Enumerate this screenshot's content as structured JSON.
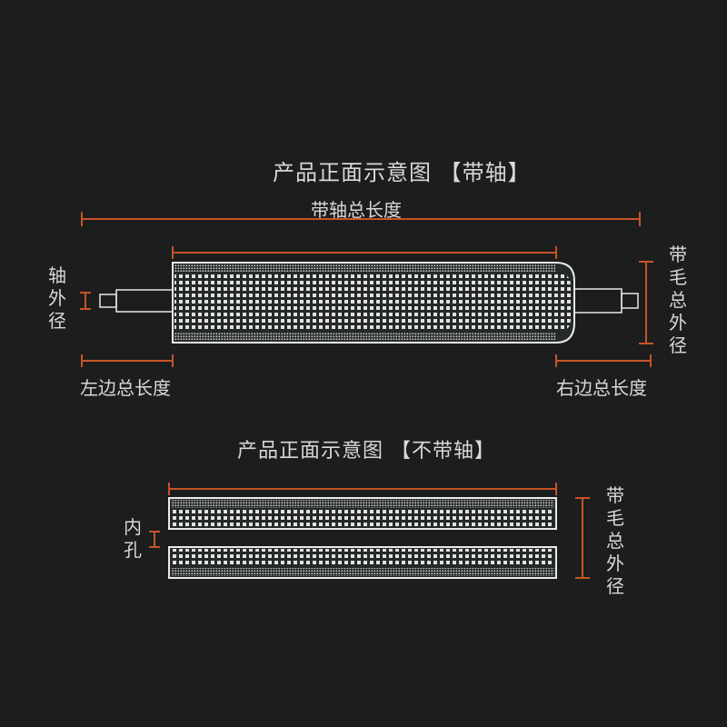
{
  "diagram_with_shaft": {
    "title": "产品正面示意图 【带轴】",
    "total_length_label": "带轴总长度",
    "shaft_diameter_label": "轴外径",
    "brush_diameter_label": "带毛总外径",
    "left_length_label": "左边总长度",
    "right_length_label": "右边总长度"
  },
  "diagram_without_shaft": {
    "title": "产品正面示意图 【不带轴】",
    "inner_hole_label": "内孔",
    "brush_diameter_label": "带毛总外径"
  },
  "colors": {
    "background": "#1b1e1d",
    "dimension_line": "#c8532a",
    "outline": "#e8e8e8",
    "text": "#d8d8d8"
  }
}
